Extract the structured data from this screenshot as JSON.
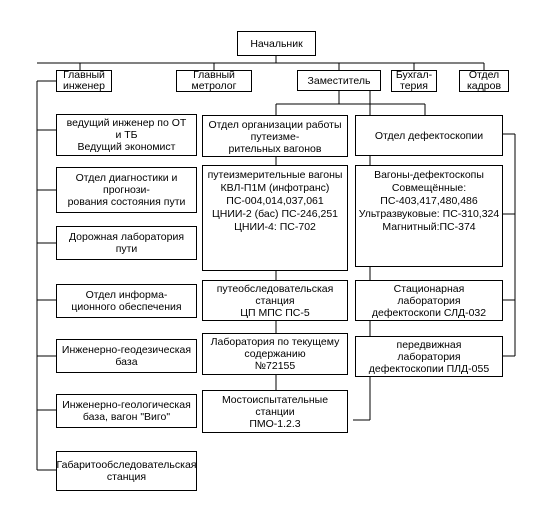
{
  "nodes": {
    "head": "Начальник",
    "chief_engineer": "Главный\nинженер",
    "chief_metrologist": "Главный\nметролог",
    "deputy": "Заместитель",
    "accounting": "Бухгал-\nтерия",
    "hr": "Отдел\nкадров",
    "lead_engineer": "ведущий инженер по ОТ\nи ТБ\nВедущий экономист",
    "diagnostics": "Отдел диагностики и\nпрогнози-\nрования состояния пути",
    "road_lab": "Дорожная лаборатория\nпути",
    "info_dept": "Отдел информа-\nционного обеспечения",
    "geodesy": "Инженерно-геодезическая\nбаза",
    "geology": "Инженерно-геологическая\nбаза, вагон \"Виго\"",
    "gauge": "Габаритообследовательская\nстанция",
    "measuring_org": "Отдел организации работы\nпутеизме-\nрительных вагонов",
    "measuring_cars": "путеизмерительные вагоны\nКВЛ-П1М (инфотранс)\nПС-004,014,037,061\nЦНИИ-2 (бас) ПС-246,251\nЦНИИ-4: ПС-702",
    "survey_station": "путеобследовательская\nстанция\nЦП МПС ПС-5",
    "maintenance_lab": "Лаборатория по текущему\nсодержанию\n№72155",
    "bridge_station": "Мостоиспытательные\nстанции\nПМО-1.2.3",
    "defect_dept": "Отдел дефектоскопии",
    "defect_cars": "Вагоны-дефектоскопы\nСовмещённые:\nПС-403,417,480,486\nУльтразвуковые: ПС-310,324\nМагнитный:ПС-374",
    "stationary_lab": "Стационарная\nлаборатория\nдефектоскопи СЛД-032",
    "mobile_lab": "передвижная\nлаборатория\nдефектоскопии ПЛД-055"
  }
}
